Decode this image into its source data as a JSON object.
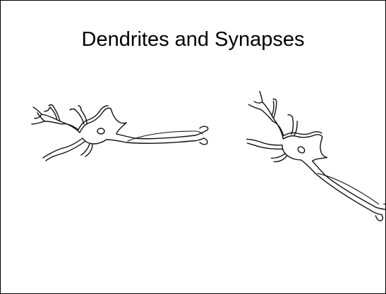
{
  "slide": {
    "title": "Dendrites and Synapses"
  },
  "figures": [
    {
      "name": "neuron-drawing-horizontal",
      "icon": "neuron-illustration"
    },
    {
      "name": "neuron-drawing-rotated",
      "icon": "neuron-illustration"
    }
  ]
}
